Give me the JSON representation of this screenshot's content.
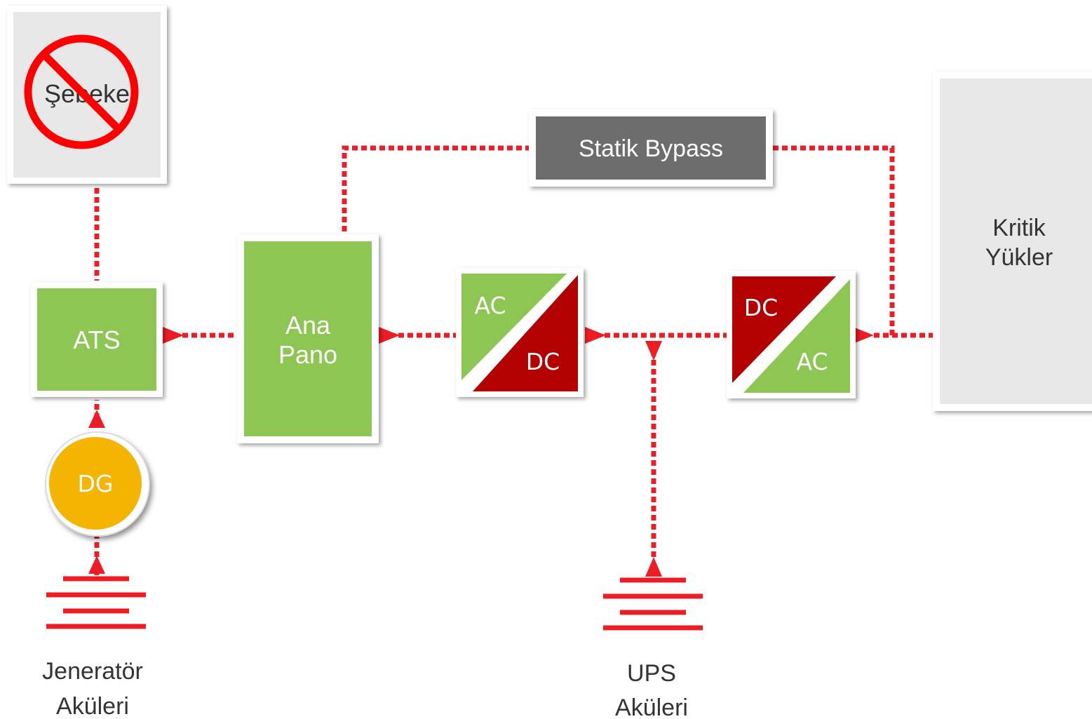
{
  "colors": {
    "line": "#ee1c25",
    "green": "#8dc653",
    "darkred": "#b30000",
    "gray_box": "#6d6d6d",
    "light_box": "#e8e8e8",
    "gen_yellow": "#f5b400",
    "text": "#333333"
  },
  "nodes": {
    "sebeke": {
      "label": "Şebeke",
      "status_icon": "no-entry-icon"
    },
    "ats": {
      "label": "ATS"
    },
    "ana_pano": {
      "line1": "Ana",
      "line2": "Pano"
    },
    "rectifier": {
      "top": "AC",
      "bottom": "DC"
    },
    "inverter": {
      "top": "DC",
      "bottom": "AC"
    },
    "static_bypass": {
      "label": "Statik Bypass"
    },
    "kritik": {
      "line1": "Kritik",
      "line2": "Yükler"
    },
    "dg": {
      "label": "DG"
    }
  },
  "batteries": {
    "generator": {
      "line1": "Jeneratör",
      "line2": "Aküleri",
      "icon": "battery-icon"
    },
    "ups": {
      "line1": "UPS",
      "line2": "Aküleri",
      "icon": "battery-icon"
    }
  }
}
